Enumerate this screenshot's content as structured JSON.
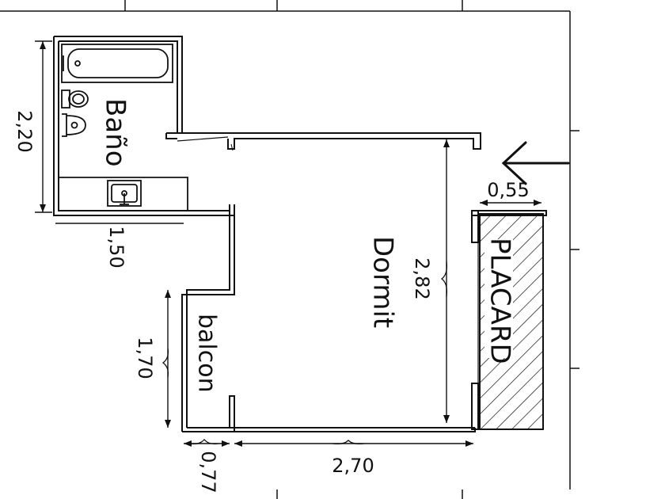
{
  "rooms": {
    "bath": "Baño",
    "bedroom": "Dormit",
    "balcony": "balcon",
    "closet": "PLACARD"
  },
  "dimensions": {
    "bath_height": "2,20",
    "bath_width": "1,50",
    "bedroom_height": "2,82",
    "balcony_height": "1,70",
    "bedroom_width": "2,70",
    "balcony_width": "0,77",
    "closet_width": "0,55"
  },
  "icons": {
    "entry_arrow": "arrow-left-icon",
    "bathtub": "bathtub-icon",
    "toilet": "toilet-icon",
    "washbasin": "washbasin-icon",
    "vanity_sink": "sink-icon"
  },
  "colors": {
    "ink": "#111111",
    "background": "#ffffff"
  }
}
